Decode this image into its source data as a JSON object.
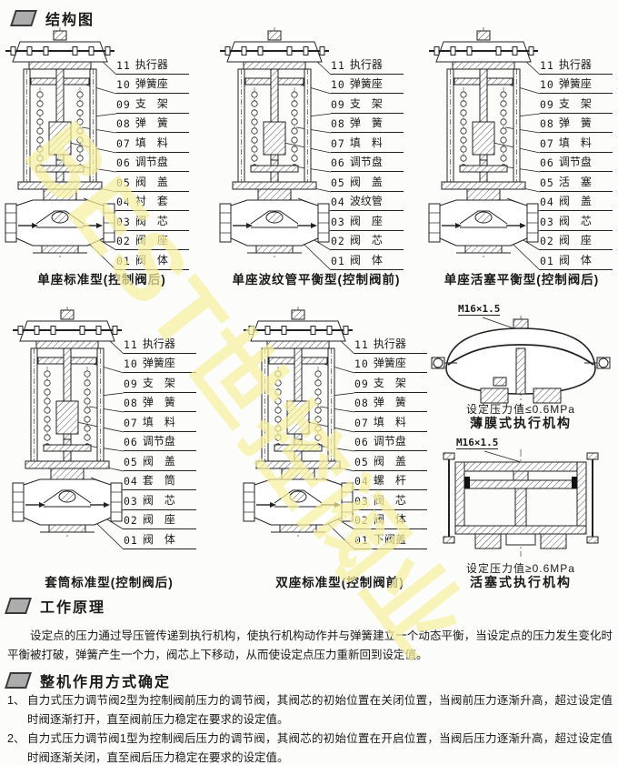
{
  "header": {
    "title": "结构图"
  },
  "watermark": {
    "text": "BEST世控阀业",
    "color": "#f7f0a0"
  },
  "diagrams": [
    {
      "caption": "单座标准型(控制阀后)",
      "labels": [
        {
          "num": "11",
          "text": "执行器"
        },
        {
          "num": "10",
          "text": "弹簧座"
        },
        {
          "num": "09",
          "text": "支　架"
        },
        {
          "num": "08",
          "text": "弹　簧"
        },
        {
          "num": "07",
          "text": "填　料"
        },
        {
          "num": "06",
          "text": "调节盘"
        },
        {
          "num": "05",
          "text": "阀　盖"
        },
        {
          "num": "04",
          "text": "衬　套"
        },
        {
          "num": "03",
          "text": "阀　芯"
        },
        {
          "num": "02",
          "text": "阀　座"
        },
        {
          "num": "01",
          "text": "阀　体"
        }
      ]
    },
    {
      "caption": "单座波纹管平衡型(控制阀前)",
      "labels": [
        {
          "num": "11",
          "text": "执行器"
        },
        {
          "num": "10",
          "text": "弹簧座"
        },
        {
          "num": "09",
          "text": "支　架"
        },
        {
          "num": "08",
          "text": "弹　簧"
        },
        {
          "num": "07",
          "text": "填　料"
        },
        {
          "num": "06",
          "text": "调节盘"
        },
        {
          "num": "05",
          "text": "阀　盖"
        },
        {
          "num": "04",
          "text": "波纹管"
        },
        {
          "num": "03",
          "text": "阀　座"
        },
        {
          "num": "02",
          "text": "阀　芯"
        },
        {
          "num": "01",
          "text": "阀　体"
        }
      ]
    },
    {
      "caption": "单座活塞平衡型(控制阀后)",
      "labels": [
        {
          "num": "11",
          "text": "执行器"
        },
        {
          "num": "10",
          "text": "弹簧座"
        },
        {
          "num": "09",
          "text": "支　架"
        },
        {
          "num": "08",
          "text": "弹　簧"
        },
        {
          "num": "07",
          "text": "填　料"
        },
        {
          "num": "06",
          "text": "调节盘"
        },
        {
          "num": "05",
          "text": "活　塞"
        },
        {
          "num": "04",
          "text": "阀　盖"
        },
        {
          "num": "03",
          "text": "阀　芯"
        },
        {
          "num": "02",
          "text": "阀　座"
        },
        {
          "num": "01",
          "text": "阀　体"
        }
      ]
    },
    {
      "caption": "套筒标准型(控制阀后)",
      "labels": [
        {
          "num": "11",
          "text": "执行器"
        },
        {
          "num": "10",
          "text": "弹簧座"
        },
        {
          "num": "09",
          "text": "支　架"
        },
        {
          "num": "08",
          "text": "弹　簧"
        },
        {
          "num": "07",
          "text": "填　料"
        },
        {
          "num": "06",
          "text": "调节盘"
        },
        {
          "num": "05",
          "text": "阀　盖"
        },
        {
          "num": "04",
          "text": "套　筒"
        },
        {
          "num": "03",
          "text": "阀　芯"
        },
        {
          "num": "02",
          "text": "阀　座"
        },
        {
          "num": "01",
          "text": "阀　体"
        }
      ]
    },
    {
      "caption": "双座标准型(控制阀前)",
      "labels": [
        {
          "num": "11",
          "text": "执行器"
        },
        {
          "num": "10",
          "text": "弹簧座"
        },
        {
          "num": "09",
          "text": "支　架"
        },
        {
          "num": "08",
          "text": "弹　簧"
        },
        {
          "num": "07",
          "text": "填　料"
        },
        {
          "num": "06",
          "text": "调节盘"
        },
        {
          "num": "05",
          "text": "阀　盖"
        },
        {
          "num": "04",
          "text": "螺　杆"
        },
        {
          "num": "03",
          "text": "阀　芯"
        },
        {
          "num": "02",
          "text": "阀　体"
        },
        {
          "num": "01",
          "text": "下阀盖"
        }
      ]
    }
  ],
  "actuators": [
    {
      "thread": "M16×1.5",
      "pressure": "设定压力值≤0.6MPa",
      "caption": "薄膜式执行机构"
    },
    {
      "thread": "M16×1.5",
      "pressure": "设定压力值≥0.6MPa",
      "caption": "活塞式执行机构"
    }
  ],
  "principle": {
    "title": "工作原理",
    "text": "设定点的压力通过导压管传递到执行机构，使执行机构动作并与弹簧建立一个动态平衡，当设定点的压力发生变化时平衡被打破，弹簧产生一个力，阀芯上下移动，从而使设定点压力重新回到设定值。"
  },
  "mode": {
    "title": "整机作用方式确定",
    "items": [
      {
        "marker": "1、",
        "text": "自力式压力调节阀2型为控制阀前压力的调节阀，其阀芯的初始位置在关闭位置，当阀前压力逐渐升高，超过设定值时阀逐渐打开，直至阀前压力稳定在要求的设定值。"
      },
      {
        "marker": "2、",
        "text": "自力式压力调节阀1型为控制阀后压力的调节阀，其阀芯的初始位置在开启位置，当阀后压力逐渐升高，超过设定值时阀逐渐关闭，直至阀后压力稳定在要求的设定值。"
      }
    ]
  }
}
